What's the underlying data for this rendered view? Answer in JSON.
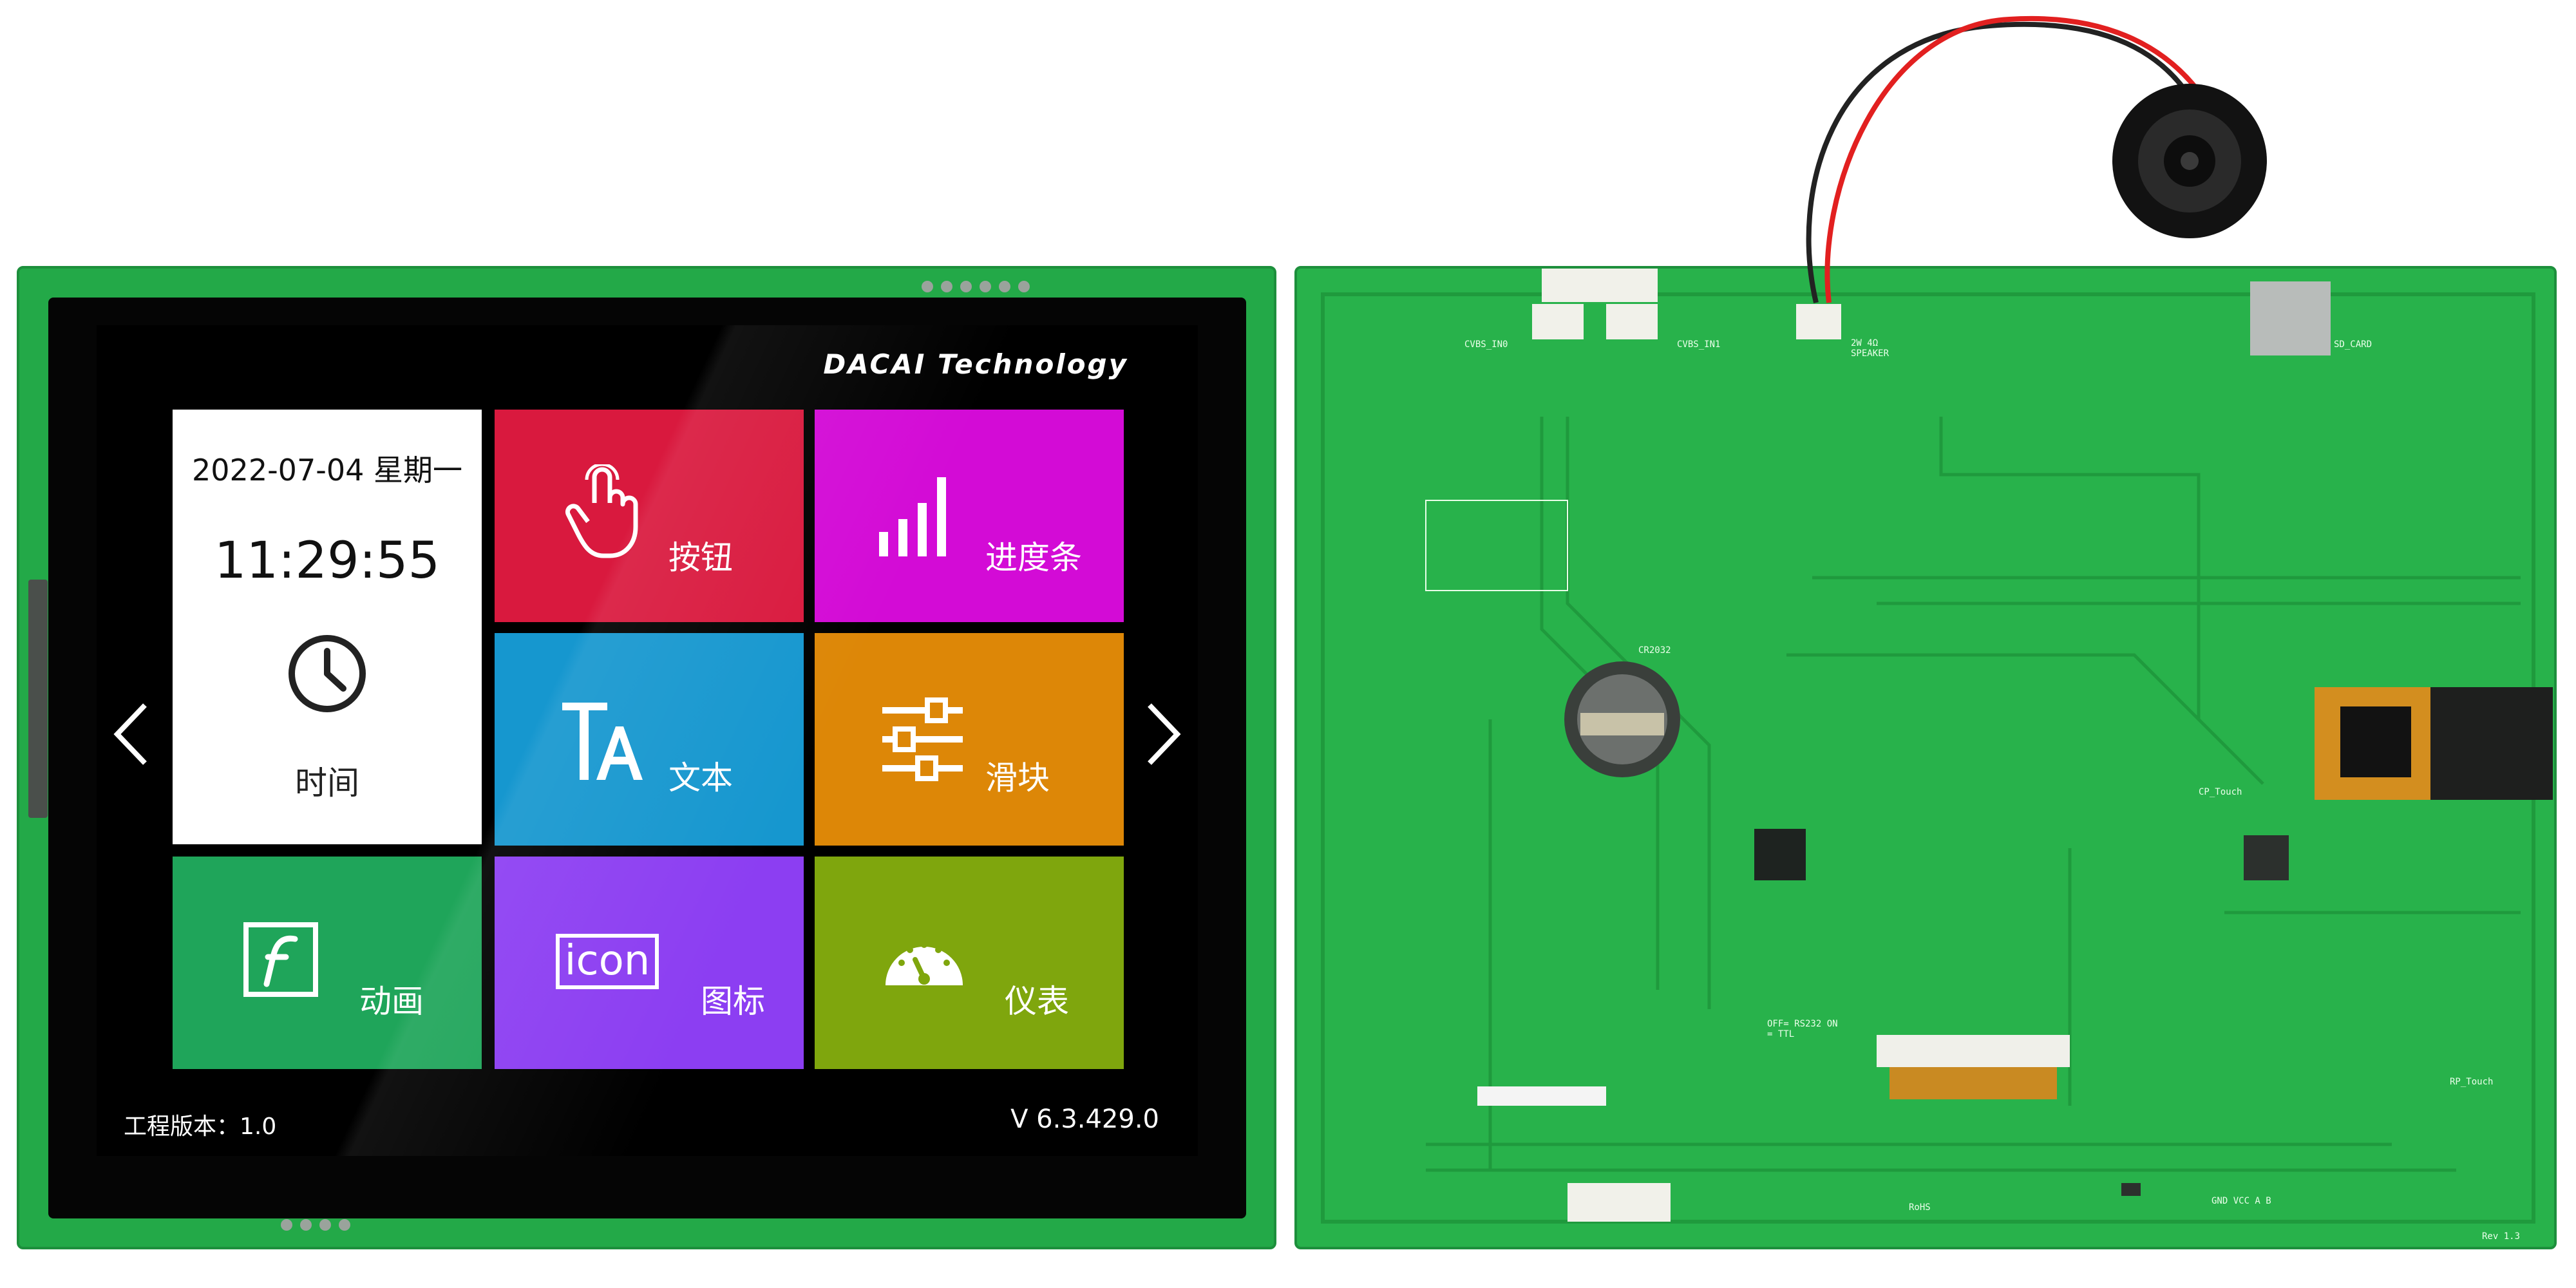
{
  "brand": "DACAI  Technology",
  "time_tile": {
    "date": "2022-07-04 星期一",
    "time": "11:29:55",
    "label": "时间"
  },
  "tiles": {
    "button": "按钮",
    "progress": "进度条",
    "text": "文本",
    "slider": "滑块",
    "animation": "动画",
    "icon": "图标",
    "gauge": "仪表"
  },
  "icon_tile_glyph": "icon",
  "project_version": "工程版本：1.0",
  "firmware_version": "V  6.3.429.0",
  "pcb_labels": {
    "cr2032": "CR2032",
    "cvbs_in0": "CVBS_IN0",
    "cvbs_in1": "CVBS_IN1",
    "speaker": "2W 4Ω SPEAKER",
    "sd_card": "SD_CARD",
    "cp_touch": "CP_Touch",
    "rp_touch": "RP_Touch",
    "rs232": "OFF= RS232 ON = TTL",
    "gnd_vcc": "GND VCC A B",
    "rohs": "RoHS",
    "rev": "Rev 1.3"
  },
  "colors": {
    "pcb_green": "#28b24b",
    "tile_button": "#d9193e",
    "tile_progress": "#d30bd6",
    "tile_text": "#1697cf",
    "tile_slider": "#dd8707",
    "tile_animation": "#1fa55a",
    "tile_icon": "#8c3ef2",
    "tile_gauge": "#7fa60d"
  },
  "icons": [
    "clock-icon",
    "touch-hand-icon",
    "signal-bars-icon",
    "text-ta-icon",
    "slider-controls-icon",
    "flash-animation-icon",
    "icon-text-icon",
    "gauge-icon",
    "chevron-left-icon",
    "chevron-right-icon"
  ]
}
